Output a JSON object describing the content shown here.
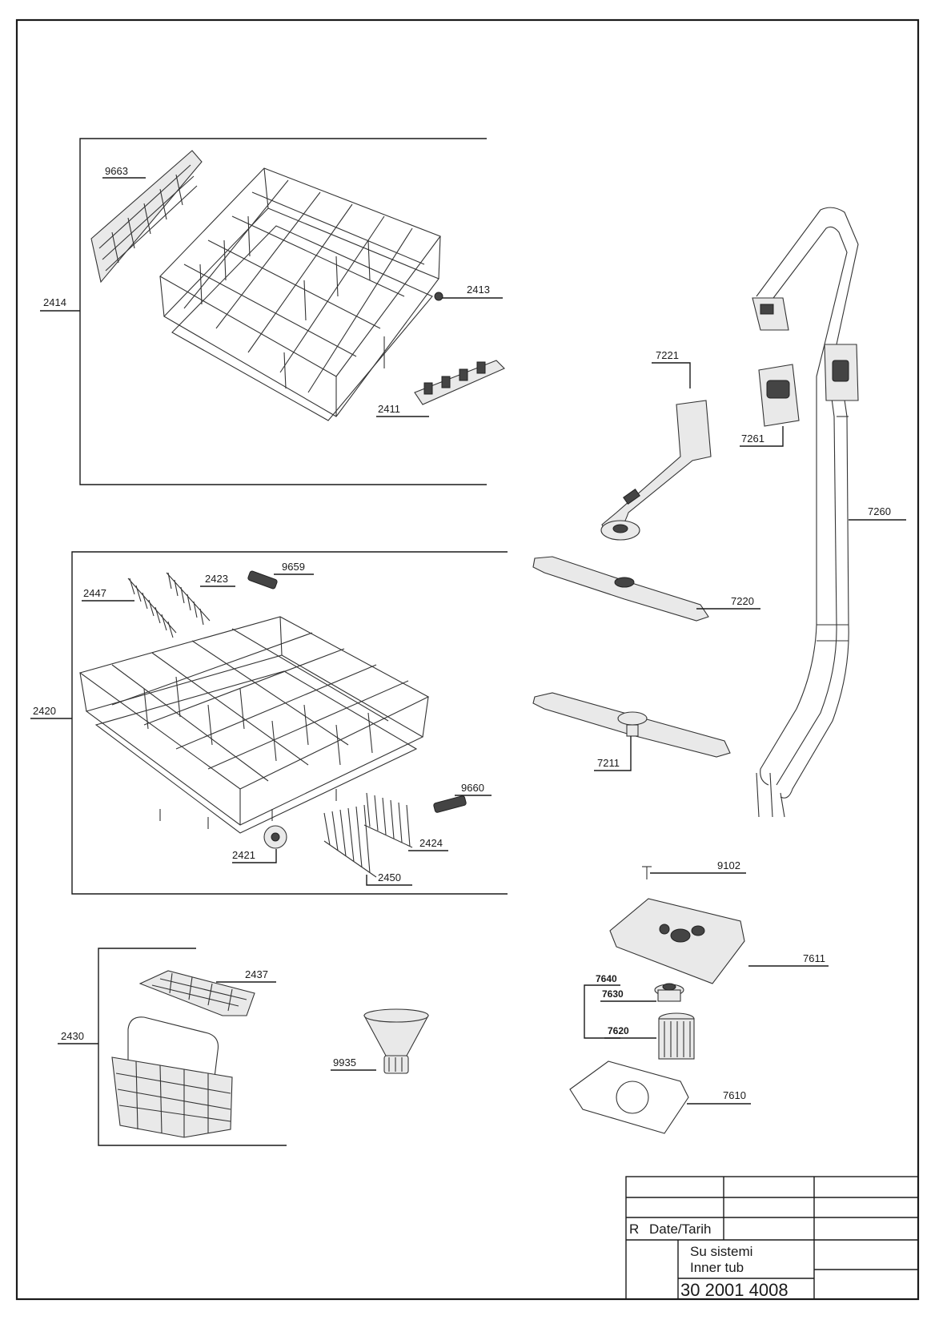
{
  "parts": {
    "p9663": "9663",
    "p2414": "2414",
    "p2413": "2413",
    "p2411": "2411",
    "p9659": "9659",
    "p2423": "2423",
    "p2447": "2447",
    "p2420": "2420",
    "p9660": "9660",
    "p2424": "2424",
    "p2421": "2421",
    "p2450": "2450",
    "p2437": "2437",
    "p2430": "2430",
    "p9935": "9935",
    "p7221": "7221",
    "p7261": "7261",
    "p7260": "7260",
    "p7220": "7220",
    "p7211": "7211",
    "p9102": "9102",
    "p7611": "7611",
    "p7640": "7640",
    "p7630": "7630",
    "p7620": "7620",
    "p7610": "7610"
  },
  "title_block": {
    "rev": "R",
    "date_label": "Date/Tarih",
    "title_tr": "Su sistemi",
    "title_en": "Inner tub",
    "drawing_no": "30 2001 4008"
  }
}
